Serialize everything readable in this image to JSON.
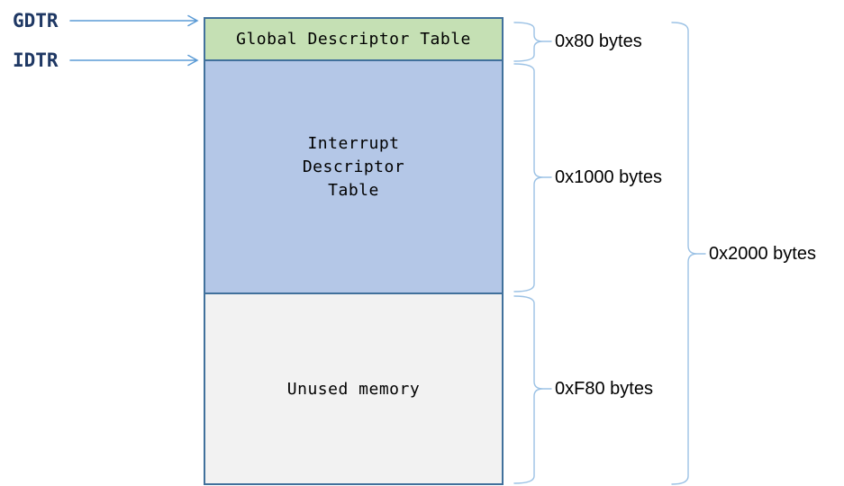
{
  "registers": [
    {
      "label": "GDTR"
    },
    {
      "label": "IDTR"
    }
  ],
  "memory_map": {
    "sections": [
      {
        "name": "global-descriptor-table",
        "label": "Global Descriptor Table",
        "size": "0x80 bytes",
        "fill": "#C5E0B4"
      },
      {
        "name": "interrupt-descriptor-table",
        "label_lines": [
          "Interrupt",
          "Descriptor",
          "Table"
        ],
        "size": "0x1000 bytes",
        "fill": "#B4C7E7"
      },
      {
        "name": "unused-memory",
        "label": "Unused memory",
        "size": "0xF80 bytes",
        "fill": "#F2F2F2"
      }
    ],
    "total_size": "0x2000 bytes"
  },
  "colors": {
    "background": "#FFFFFF",
    "box_border": "#41719C",
    "gdt_fill": "#C5E0B4",
    "idt_fill": "#B4C7E7",
    "unused_fill": "#F2F2F2",
    "arrow": "#5B9BD5",
    "brace": "#9CC2E5",
    "register_text": "#1F3864",
    "label_text": "#000000"
  }
}
